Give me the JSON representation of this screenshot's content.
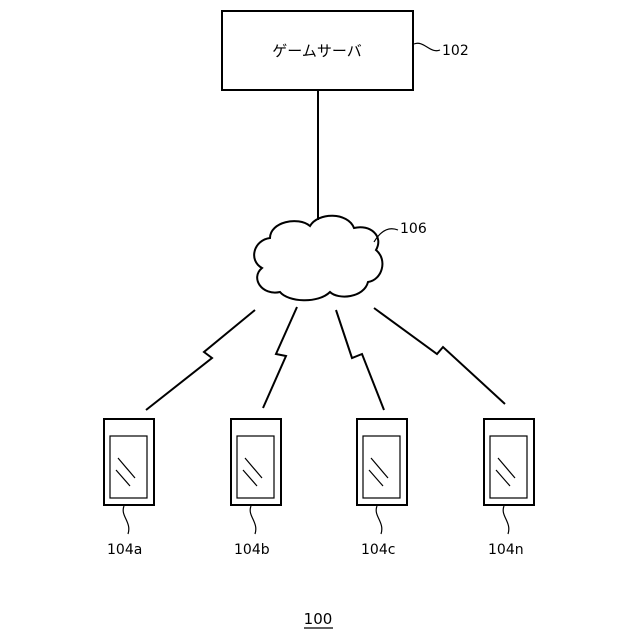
{
  "server": {
    "label": "ゲームサーバ",
    "ref": "102"
  },
  "network": {
    "ref": "106"
  },
  "terminals": [
    {
      "ref": "104a"
    },
    {
      "ref": "104b"
    },
    {
      "ref": "104c"
    },
    {
      "ref": "104n"
    }
  ],
  "figure": {
    "ref": "100"
  }
}
